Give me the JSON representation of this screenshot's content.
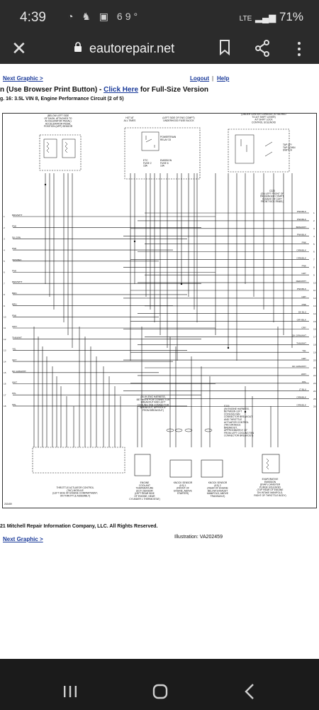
{
  "status": {
    "time": "4:39",
    "icons": "◔ ♞ ▣",
    "temp": "69°",
    "network": "LTE",
    "battery": "71%"
  },
  "browser": {
    "domain": "eautorepair.net"
  },
  "page": {
    "next_link": "Next Graphic >",
    "logout": "Logout",
    "sep": "|",
    "help": "Help",
    "print_prefix": "n (Use Browser Print Button) - ",
    "click_here": "Click Here",
    "print_suffix": " for Full-Size Version",
    "fig_caption": "g. 16: 3.5L VIN 8, Engine Performance Circuit (2 of 5)",
    "copyright": "21 Mitchell Repair Information Company, LLC.  All Rights Reserved.",
    "illustration": "Illustration: VA202459",
    "next_link_bottom": "Next Graphic >"
  },
  "diagram": {
    "labels": {
      "app_sensor": "(BELOW LEFT SIDE\nOF DASH, ATTACHED TO\nACCELERATOR PEDAL)\nACCELERATOR PEDAL\nPOSITION (APP) SENSOR",
      "hot_at": "HOT AT\nALL TIMES",
      "fuse_block": "(LEFT SIDE OF ENG COMPT)\nUNDERHOOD FUSE BLOCK",
      "powertrain_relay": "POWERTRAIN\nRELAY 33",
      "etc_fuse": "ETC\nFUSE 2\n15A",
      "emission_fuse": "EMISSION\nFUSE 6\n10A",
      "console": "(UNDER CENTER CONSOLE, ATTACHED\nTO A/T SHIFT LEVER)\nA/T SHIFT LOCK\nCONTROL SOLENOID",
      "tap_switch": "TAP UP/\nTAP DOWN\nSWITCH",
      "c220": "C220\n(ON LEFT FRONT OF\nPASSENGER COMPT,\nIN BACK OF LEFT\nFRONT KICK PANEL)",
      "wiring_note": "(IN I/N ENG HARNESS,\nBETWEEN PCM CONNECTOR\nBREAKOUT AND LEFT\nCOOLING FAN CONNECTOR\nBREAKOUT, APPROX 8\"\nFROM BREAKOUT)",
      "s116": "S116\n(IN ENGINE HARNESS,\nBETWEEN LEFT\nCOOLING FAN\nCONNECTOR BREAKOUT\nAND THROTTLE\nACTUATOR CONTROL\n(TAC) MODULE\nBREAKOUT,\nAPPROXIMATELY 10\"\nFROM LEFT COOLING FAN\nCONNECTOR BREAKOUT)",
      "tac_module": "THROTTLE ACTUATOR CONTROL\n(TAC) MODULE\n(LEFT SIDE OF ENGINE COMPARTMENT,\nON THROTTLE ASSEMBLY)",
      "ect_sensor": "ENGINE\nCOOLANT\nTEMPERATURE\n(ECT) SENSOR\n(LEFT REAR SIDE\nOF ENGINE, NEAR\nCYLINDER 1 THERMOSTAT)",
      "knock1": "KNOCK SENSOR\n(KS) 1\n(FRONT OF\nENGINE, ABOVE\nSTARTER)",
      "knock2": "KNOCK SENSOR\n(KS) 2\n(REAR OF ENGINE\nBELOW EXHAUST\nMANIFOLD, ABOVE\nTRANSAXLE)",
      "evap": "EVAPORATIVE\nEMISSION\n(EVAP) CANISTER\nPURGE SOLENOID\n(TOP REAR OF ENGINE\nON INTAKE MANIFOLD,\nRIGHT OF THROTTLE BODY)",
      "figure_id": "202459"
    },
    "left_wires": [
      [
        "1",
        "BRN/WHT"
      ],
      [
        "2",
        "PNK"
      ],
      [
        "3",
        "DK GRN"
      ],
      [
        "4",
        "PNK"
      ],
      [
        "5",
        "ORN/BLK"
      ],
      [
        "6",
        "PNK"
      ],
      [
        "7",
        "RED/WHT"
      ],
      [
        "8",
        "BRN"
      ],
      [
        "9",
        "BRN"
      ],
      [
        "10",
        "PNK"
      ],
      [
        "11",
        "WHT"
      ],
      [
        "12",
        "TAN/WHT"
      ],
      [
        "13",
        "YEL"
      ],
      [
        "14",
        "GRY"
      ],
      [
        "15",
        "DK GRN/WHT"
      ],
      [
        "16",
        "WHT"
      ],
      [
        "17",
        "PPL"
      ],
      [
        "18",
        "PPL"
      ]
    ],
    "right_wires": [
      [
        "1",
        "PNK/BLK"
      ],
      [
        "2",
        "PNK/BLK"
      ],
      [
        "3",
        "BRN/WHT"
      ],
      [
        "4",
        "PNK/BLK"
      ],
      [
        "5",
        "PNK"
      ],
      [
        "6",
        "ORN/BLK"
      ],
      [
        "7",
        "ORN/BLK"
      ],
      [
        "8",
        "PNK"
      ],
      [
        "9",
        "GRY"
      ],
      [
        "10",
        "RED/WHT"
      ],
      [
        "11",
        "PNK/BLK"
      ],
      [
        "12",
        "GRY"
      ],
      [
        "13",
        "PNK"
      ],
      [
        "14",
        "DK BLU"
      ],
      [
        "15",
        "GRY/BLK"
      ],
      [
        "16",
        "GRY"
      ],
      [
        "17",
        "DK GRN/WHT"
      ],
      [
        "18",
        "TAN/WHT"
      ],
      [
        "19",
        "YEL"
      ],
      [
        "20",
        "GRY"
      ],
      [
        "21",
        "DK GRN/WHT"
      ],
      [
        "22",
        "WHT"
      ],
      [
        "23",
        "PPL"
      ],
      [
        "24",
        "LT BLU"
      ],
      [
        "25",
        "ORN/BLK"
      ],
      [
        "26",
        "ORN/BLK"
      ]
    ]
  }
}
